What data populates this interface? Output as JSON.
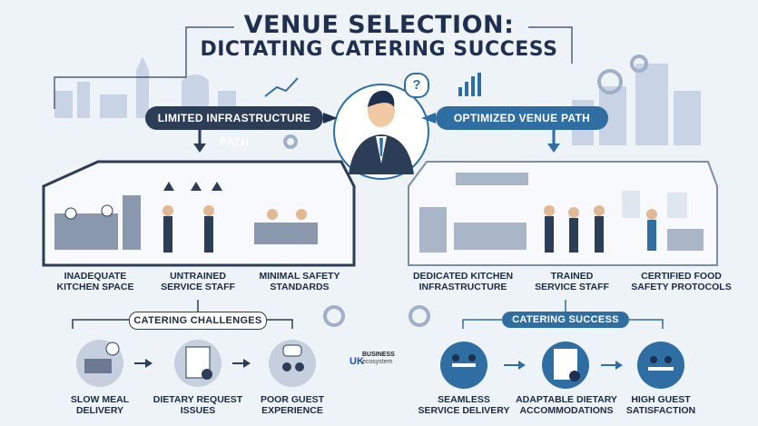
{
  "title": {
    "line1": "VENUE SELECTION:",
    "line2": "DICTATING CATERING SUCCESS"
  },
  "paths": {
    "left": "LIMITED INFRASTRUCTURE PATH",
    "right": "OPTIMIZED VENUE PATH"
  },
  "left_factors": [
    {
      "l1": "INADEQUATE",
      "l2": "KITCHEN SPACE"
    },
    {
      "l1": "UNTRAINED",
      "l2": "SERVICE STAFF"
    },
    {
      "l1": "MINIMAL SAFETY",
      "l2": "STANDARDS"
    }
  ],
  "right_factors": [
    {
      "l1": "DEDICATED KITCHEN",
      "l2": "INFRASTRUCTURE"
    },
    {
      "l1": "TRAINED",
      "l2": "SERVICE STAFF"
    },
    {
      "l1": "CERTIFIED FOOD",
      "l2": "SAFETY PROTOCOLS"
    }
  ],
  "left_outcome_label": "CATERING CHALLENGES",
  "right_outcome_label": "CATERING SUCCESS",
  "left_outcomes": [
    {
      "l1": "SLOW MEAL",
      "l2": "DELIVERY"
    },
    {
      "l1": "DIETARY REQUEST",
      "l2": "ISSUES"
    },
    {
      "l1": "POOR GUEST",
      "l2": "EXPERIENCE"
    }
  ],
  "right_outcomes": [
    {
      "l1": "SEAMLESS",
      "l2": "SERVICE DELIVERY"
    },
    {
      "l1": "ADAPTABLE DIETARY",
      "l2": "ACCOMMODATIONS"
    },
    {
      "l1": "HIGH GUEST",
      "l2": "SATISFACTION"
    }
  ],
  "brand": {
    "uk": "UK",
    "name": "BUSINESS",
    "sub": "ecosystem"
  },
  "thought_mark": "?",
  "colors": {
    "navy": "#2c3e57",
    "blue": "#2f6ea3",
    "bg": "#eef3f8"
  }
}
